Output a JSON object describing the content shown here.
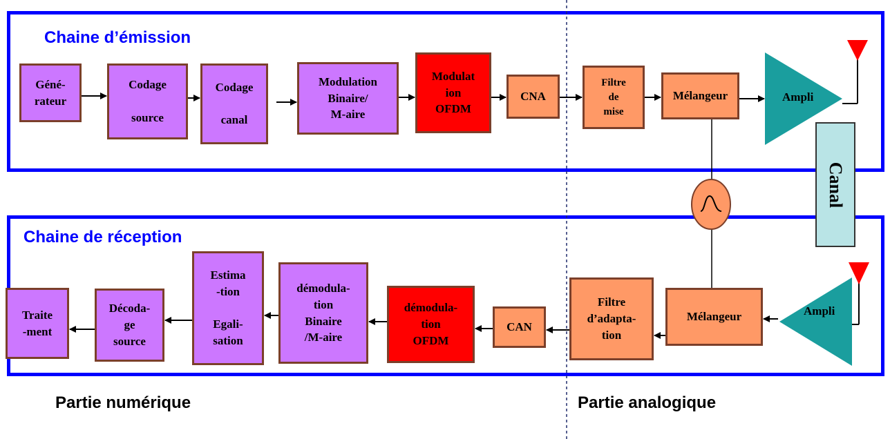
{
  "emission": {
    "title": "Chaine d’émission",
    "blocks": {
      "generateur": "Géné-\nrateur",
      "codage_source": "Codage\n\nsource",
      "codage_canal": "Codage\n\ncanal",
      "modulation_binaire": "Modulation\nBinaire/\nM-aire",
      "modulation_ofdm": "Modulat\nion\nOFDM",
      "cna": "CNA",
      "filtre_mise": "Filtre\nde\nmise",
      "melangeur": "Mélangeur"
    },
    "ampli": "Ampli"
  },
  "reception": {
    "title": "Chaine de réception",
    "blocks": {
      "traitement": "Traite\n-ment",
      "decodage_source": "Décoda-\nge\nsource",
      "estimation": "Estima\n-tion\n\nEgali-\nsation",
      "demod_binaire": "démodula-\ntion\nBinaire\n/M-aire",
      "demod_ofdm": "démodula-\ntion\nOFDM",
      "can": "CAN",
      "filtre_adaptation": "Filtre\nd’adapta-\ntion",
      "melangeur": "Mélangeur"
    },
    "ampli": "Ampli"
  },
  "canal": "Canal",
  "parts": {
    "numerique": "Partie numérique",
    "analogique": "Partie analogique"
  },
  "colors": {
    "frame": "#0000ff",
    "digital_block": "#cc77ff",
    "analog_block": "#ff9966",
    "ofdm_block": "#ff0000",
    "amplifier": "#1a9e9e",
    "antenna": "#ff0000",
    "oscillator": "#ff9966",
    "canal": "#b9e4e6"
  }
}
